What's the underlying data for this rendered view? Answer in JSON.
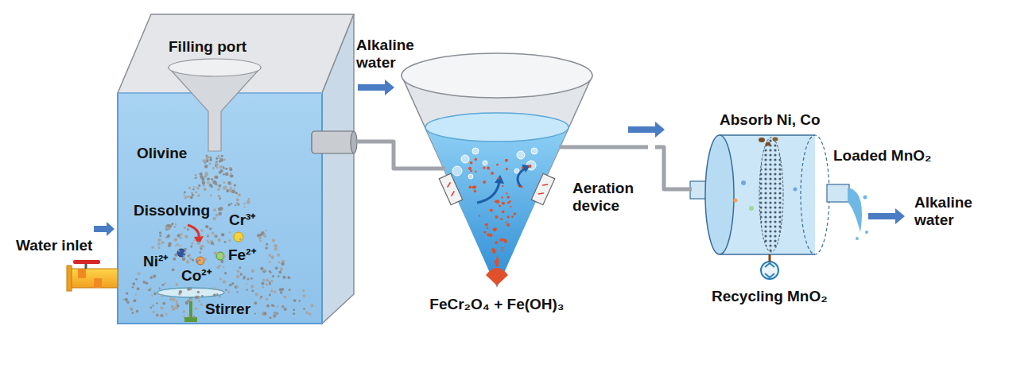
{
  "diagram": {
    "nodes": [
      {
        "text": [
          "Filling port",
          "Olivine",
          "Dissolving",
          "Cr³⁺",
          "Ni²⁺",
          "Fe²⁺",
          "Co²⁺",
          "Stirrer"
        ]
      },
      {
        "text": [
          "Aeration device",
          "FeCr₂O₄ + Fe(OH)₃"
        ]
      },
      {
        "text": [
          "Absorb Ni, Co",
          "Loaded MnO₂",
          "Recycling MnO₂"
        ]
      }
    ],
    "edges": [
      {
        "from": 0,
        "to": 1,
        "arrow": "none"
      },
      {
        "from": 1,
        "to": 2,
        "arrow": "none"
      }
    ],
    "labels": [
      "Water inlet",
      "Alkaline water",
      "Alkaline water"
    ]
  }
}
